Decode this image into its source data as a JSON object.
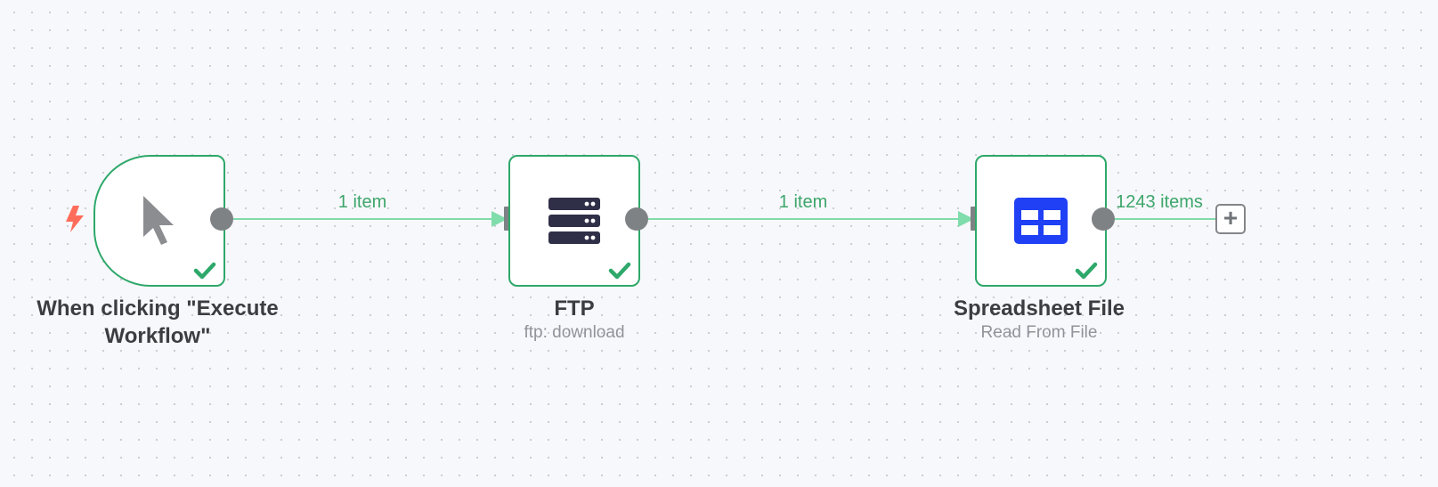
{
  "workflow": {
    "nodes": [
      {
        "title": "When clicking \"Execute Workflow\"",
        "subtitle": "",
        "icon": "mouse-pointer-icon",
        "status": "success"
      },
      {
        "title": "FTP",
        "subtitle": "ftp: download",
        "icon": "server-icon",
        "status": "success"
      },
      {
        "title": "Spreadsheet File",
        "subtitle": "Read From File",
        "icon": "table-icon",
        "status": "success"
      }
    ],
    "connections": [
      {
        "label": "1 item"
      },
      {
        "label": "1 item"
      },
      {
        "label": "1243 items"
      }
    ],
    "add_node_label": "+",
    "trigger_icon": "bolt-icon"
  },
  "colors": {
    "success": "#2ea86a",
    "edge": "#7fdcab",
    "edge_label": "#3da66b",
    "trigger": "#ff6d5a",
    "ftp_icon": "#2f2f48",
    "spreadsheet_icon": "#1f40f5",
    "port": "#7f8285"
  }
}
